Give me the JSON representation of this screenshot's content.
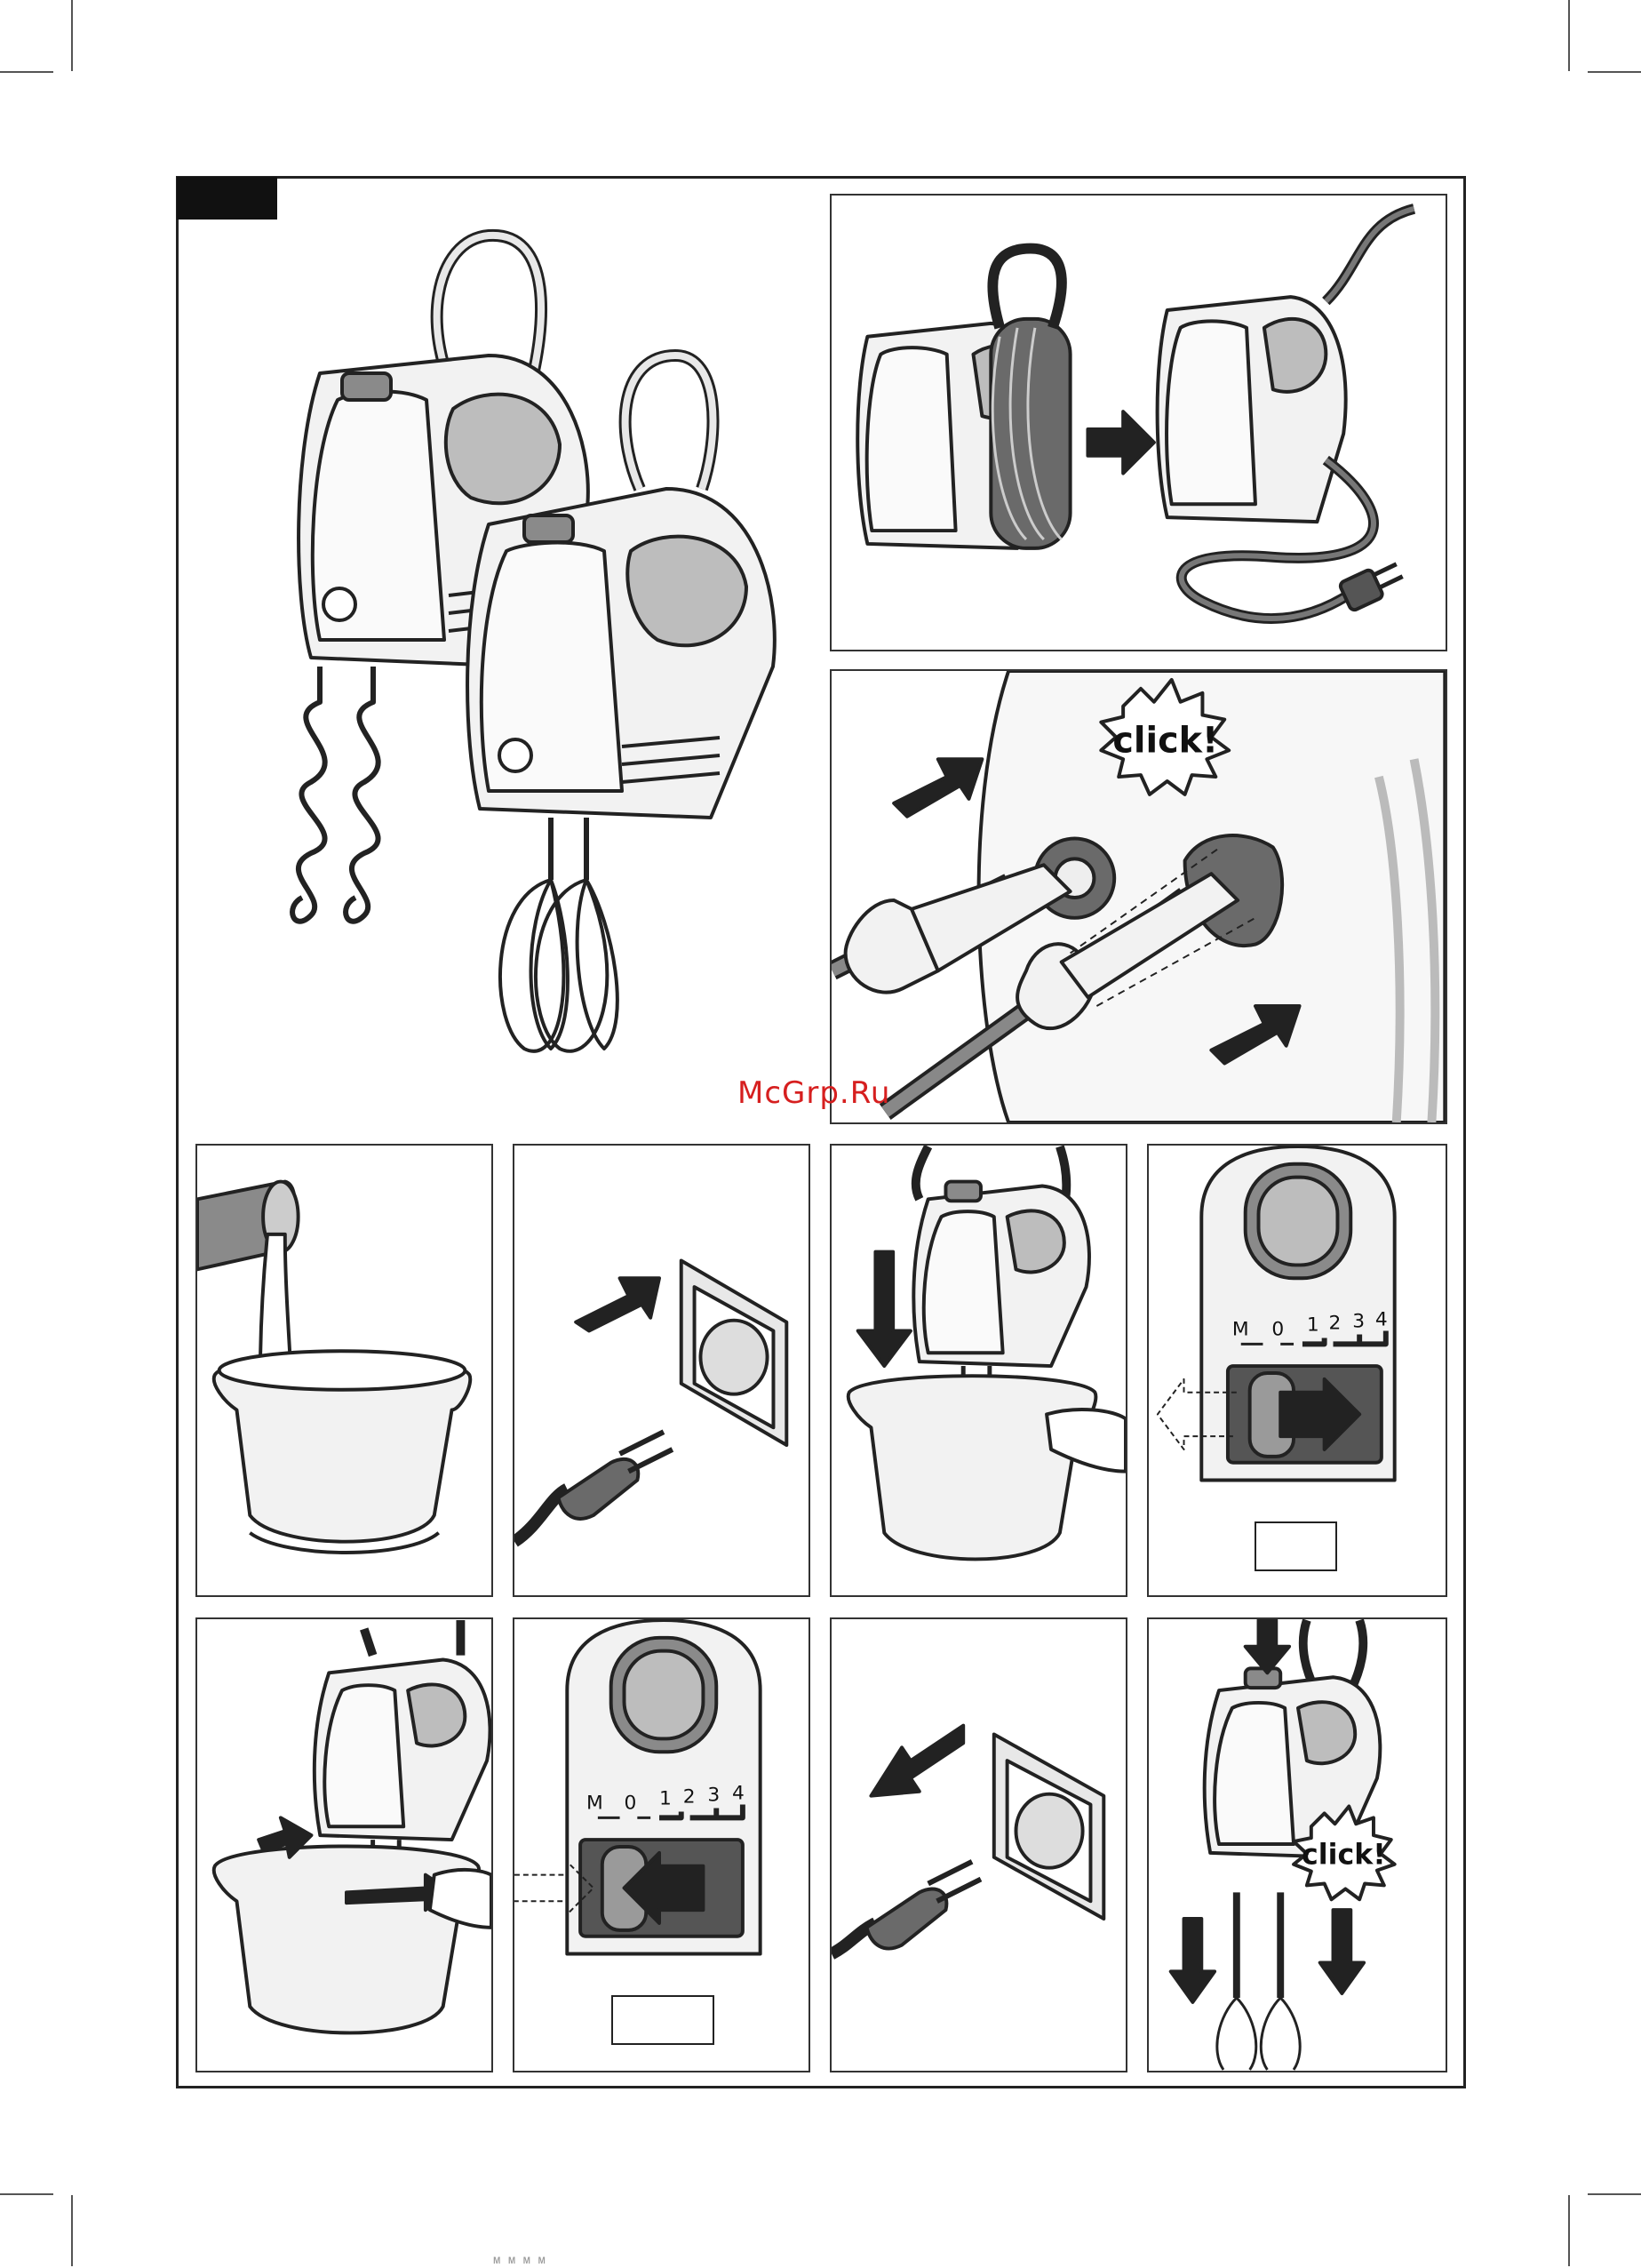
{
  "watermark": "McGrp.Ru",
  "click_label": "click!",
  "dial": {
    "marks": [
      "M",
      "0",
      "1",
      "2",
      "3",
      "4"
    ]
  },
  "footer": "ᴍ ᴍ ᴍ ᴍ",
  "colors": {
    "line": "#222222",
    "fill_light": "#f2f2f2",
    "fill_mid": "#bdbdbd",
    "fill_dark": "#707070",
    "watermark": "#d61f1f"
  }
}
